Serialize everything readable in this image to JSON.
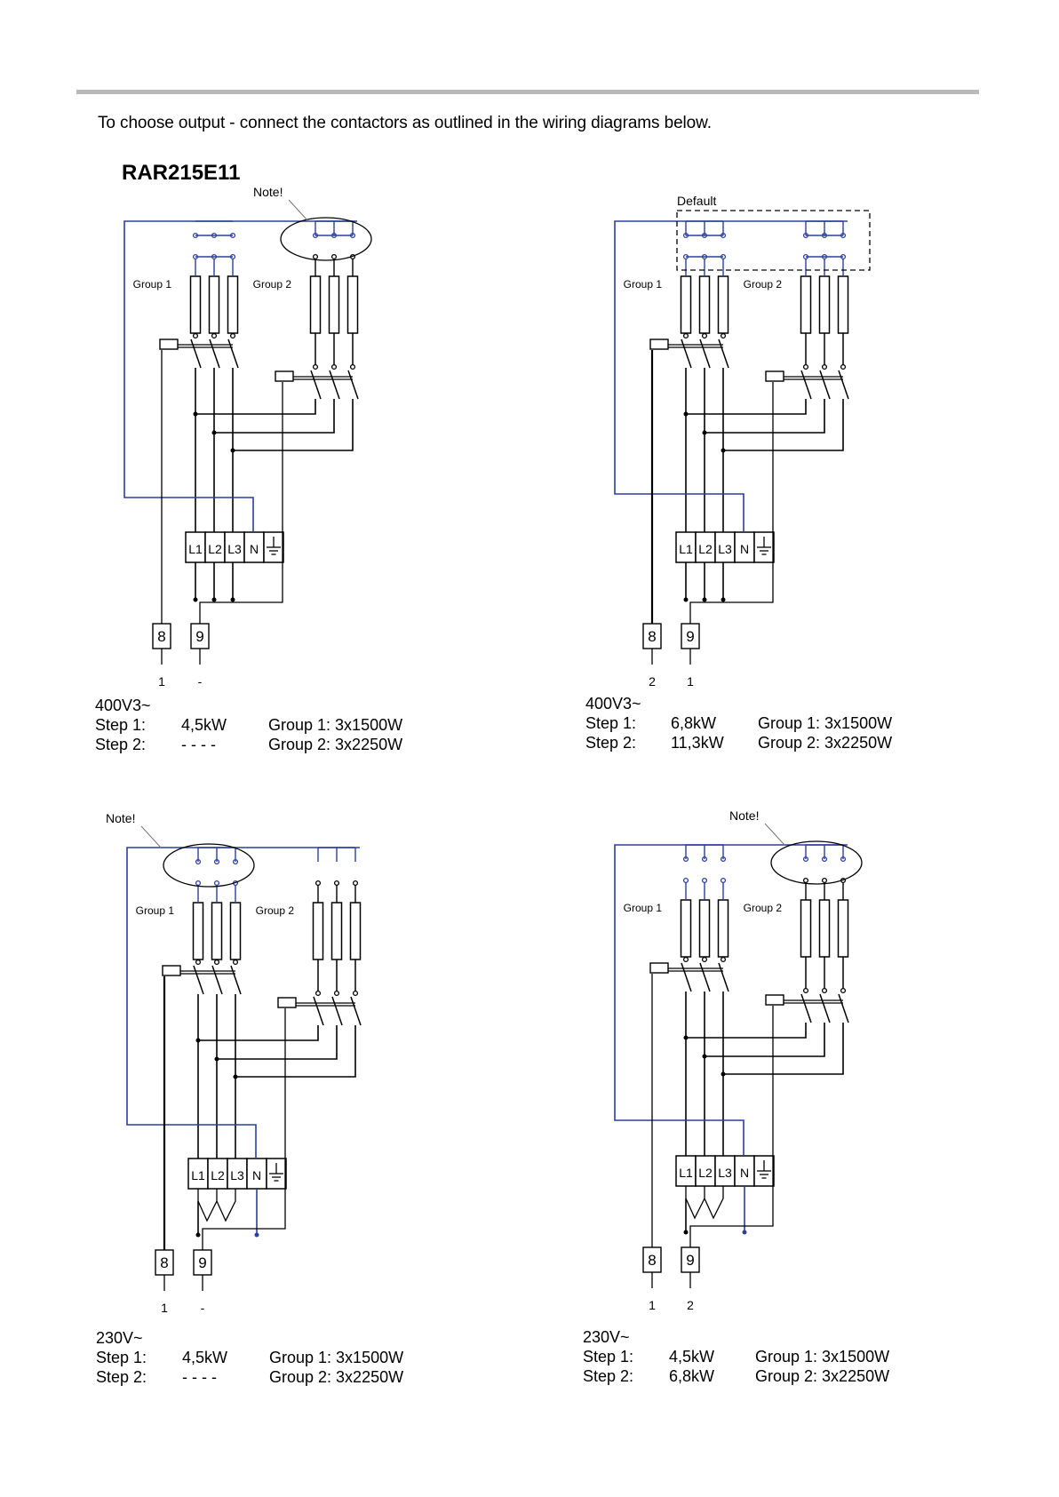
{
  "intro": "To choose output - connect the contactors as outlined in the wiring diagrams below.",
  "model": "RAR215E11",
  "colors": {
    "wire_blue": "#2c3e9e",
    "wire_black": "#000000",
    "rule_gray": "#b9b9b9"
  },
  "diagrams": [
    {
      "note": "Note!",
      "group1": "Group 1",
      "group2": "Group 2",
      "terminals": [
        "L1",
        "L2",
        "L3",
        "N"
      ],
      "t8": "8",
      "t9": "9",
      "below8": "1",
      "below9": "-",
      "supply": "400V3~",
      "step1": "Step 1:",
      "step1_power": "4,5kW",
      "group1_spec": "Group 1: 3x1500W",
      "step2": "Step 2:",
      "step2_power": "- - - -",
      "group2_spec": "Group 2: 3x2250W"
    },
    {
      "note": "Default",
      "group1": "Group 1",
      "group2": "Group 2",
      "terminals": [
        "L1",
        "L2",
        "L3",
        "N"
      ],
      "t8": "8",
      "t9": "9",
      "below8": "2",
      "below9": "1",
      "supply": "400V3~",
      "step1": "Step 1:",
      "step1_power": "6,8kW",
      "group1_spec": "Group 1: 3x1500W",
      "step2": "Step 2:",
      "step2_power": "11,3kW",
      "group2_spec": "Group 2: 3x2250W"
    },
    {
      "note": "Note!",
      "group1": "Group 1",
      "group2": "Group 2",
      "terminals": [
        "L1",
        "L2",
        "L3",
        "N"
      ],
      "t8": "8",
      "t9": "9",
      "below8": "1",
      "below9": "-",
      "supply": "230V~",
      "step1": "Step 1:",
      "step1_power": "4,5kW",
      "group1_spec": "Group 1: 3x1500W",
      "step2": "Step 2:",
      "step2_power": "- - - -",
      "group2_spec": "Group 2: 3x2250W"
    },
    {
      "note": "Note!",
      "group1": "Group 1",
      "group2": "Group 2",
      "terminals": [
        "L1",
        "L2",
        "L3",
        "N"
      ],
      "t8": "8",
      "t9": "9",
      "below8": "1",
      "below9": "2",
      "supply": "230V~",
      "step1": "Step 1:",
      "step1_power": "4,5kW",
      "group1_spec": "Group 1: 3x1500W",
      "step2": "Step 2:",
      "step2_power": "6,8kW",
      "group2_spec": "Group 2: 3x2250W"
    }
  ]
}
